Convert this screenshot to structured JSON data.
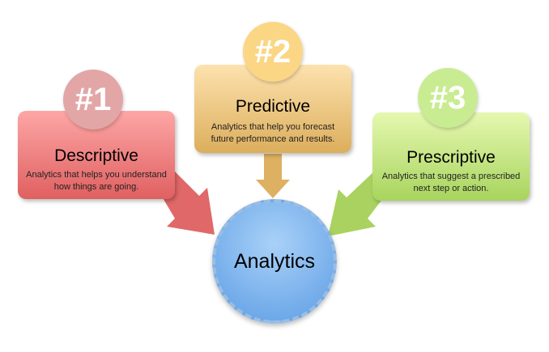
{
  "items": [
    {
      "number": "#1",
      "title": "Descriptive",
      "description": "Analytics that helps you understand how things are going.",
      "color": "#e06060"
    },
    {
      "number": "#2",
      "title": "Predictive",
      "description": "Analytics  that help you forecast future performance and results.",
      "color": "#dcae5c"
    },
    {
      "number": "#3",
      "title": "Prescriptive",
      "description": "Analytics  that suggest a prescribed next step or action.",
      "color": "#a8d45e"
    }
  ],
  "center": {
    "label": "Analytics",
    "color": "#5d9de4"
  }
}
